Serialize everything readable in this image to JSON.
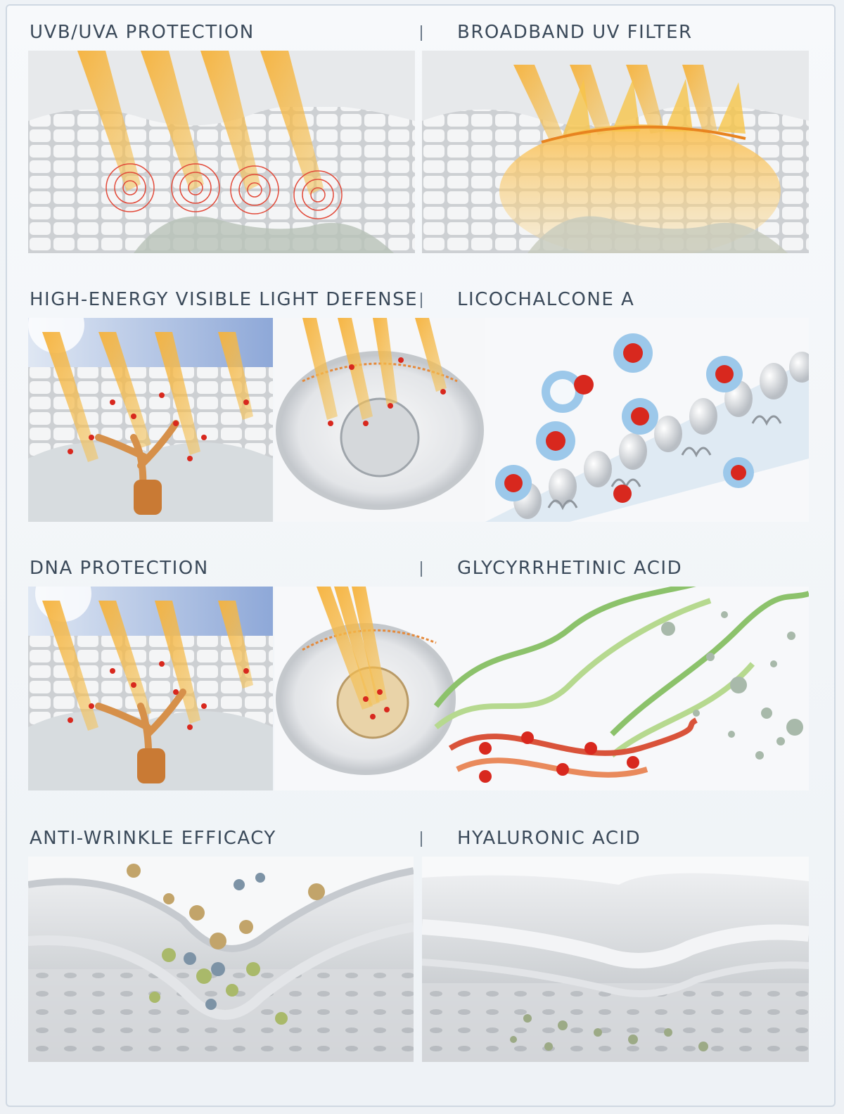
{
  "sections": [
    {
      "left_title": "UVB/UVA PROTECTION",
      "right_title": "BROADBAND UV FILTER"
    },
    {
      "left_title": "HIGH-ENERGY VISIBLE LIGHT DEFENSE",
      "right_title": "LICOCHALCONE A"
    },
    {
      "left_title": "DNA PROTECTION",
      "right_title": "GLYCYRRHETINIC ACID"
    },
    {
      "left_title": "ANTI-WRINKLE EFFICACY",
      "right_title": "HYALURONIC ACID"
    }
  ],
  "colors": {
    "heading": "#3b4a5a",
    "uv_ray": "#f5a623",
    "free_radical": "#d8281e",
    "sky": "#8fa8d6",
    "dna_green": "#8cc26b",
    "dna_red": "#d9533a",
    "shield_blue": "#7fb7e0"
  }
}
